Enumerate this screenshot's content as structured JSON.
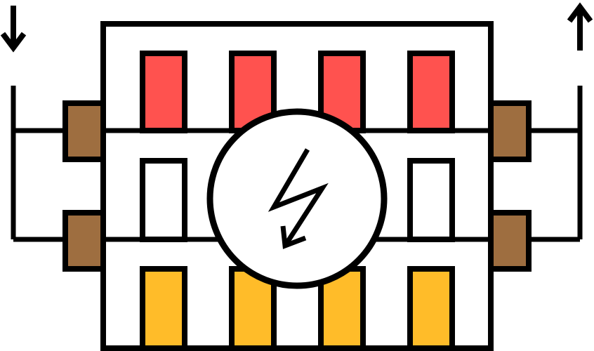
{
  "colors": {
    "stroke": "#000000",
    "background": "#ffffff",
    "heat_bar_top": "#ff524f",
    "heat_bar_bottom": "#ffbc29",
    "connector": "#9e6e40",
    "empty_slot": "#ffffff"
  },
  "icons": {
    "inlet": "arrow-down-icon",
    "outlet": "arrow-up-icon",
    "center": "lightning-bolt-icon"
  },
  "rows": {
    "top": [
      "hot",
      "hot",
      "hot",
      "hot"
    ],
    "middle": [
      "empty",
      "hidden",
      "hidden",
      "empty"
    ],
    "bottom": [
      "warm",
      "warm",
      "warm",
      "warm"
    ]
  }
}
